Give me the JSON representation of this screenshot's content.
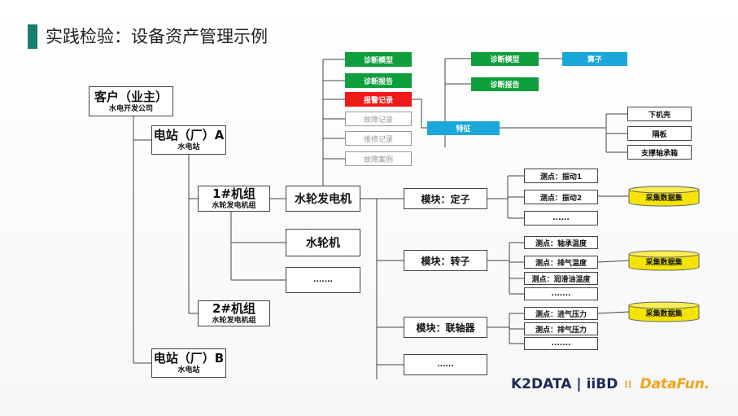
{
  "title": "实践检验：设备资产管理示例",
  "nodes": {
    "customer": {
      "main": "客户（业主）",
      "sub": "水电开发公司"
    },
    "station_a": {
      "main": "电站（厂）A",
      "sub": "水电站"
    },
    "station_b": {
      "main": "电站（厂）B",
      "sub": "水电站"
    },
    "unit1": {
      "main": "1#机组",
      "sub": "水轮发电机组"
    },
    "unit2": {
      "main": "2#机组",
      "sub": "水轮发电机组"
    },
    "generator": "水轮发电机",
    "turbine": "水轮机",
    "unit_more": ".......",
    "diag_model_1": "诊断模型",
    "diag_report_1": "诊断报告",
    "alarm_record": "报警记录",
    "fault_record": "故障记录",
    "maint_record": "维修记录",
    "fault_case": "故障案例",
    "diag_model_2": "诊断模型",
    "diag_report_2": "诊断报告",
    "operator": "算子",
    "feature": "特征",
    "lower_shell": "下机壳",
    "partition": "隔板",
    "bearing_box": "支撑轴承箱",
    "module_stator": "模块：定子",
    "module_rotor": "模块：转子",
    "module_coupling": "模块：联轴器",
    "module_more": "......",
    "mp_vib1": "测点：振动1",
    "mp_vib2": "测点：振动2",
    "stator_more": "......",
    "mp_bearing_temp": "测点：轴承温度",
    "mp_exhaust_temp": "测点：排气温度",
    "mp_oil_temp": "测点：润滑油温度",
    "rotor_more": ".......",
    "mp_intake_press": "测点：进气压力",
    "mp_exhaust_press": "测点：排气压力",
    "coupling_more": ".......",
    "dataset_1": "采集数据集",
    "dataset_2": "采集数据集",
    "dataset_3": "采集数据集"
  },
  "logos": {
    "k2data": "K2DATA",
    "iibd": "iiBD",
    "datafun": "DataFun."
  },
  "colors": {
    "title_bar": "#15806f",
    "green": "#0e9e3c",
    "red": "#ee1a1a",
    "blue": "#1aa7d9",
    "dataset": "#f5e400"
  }
}
